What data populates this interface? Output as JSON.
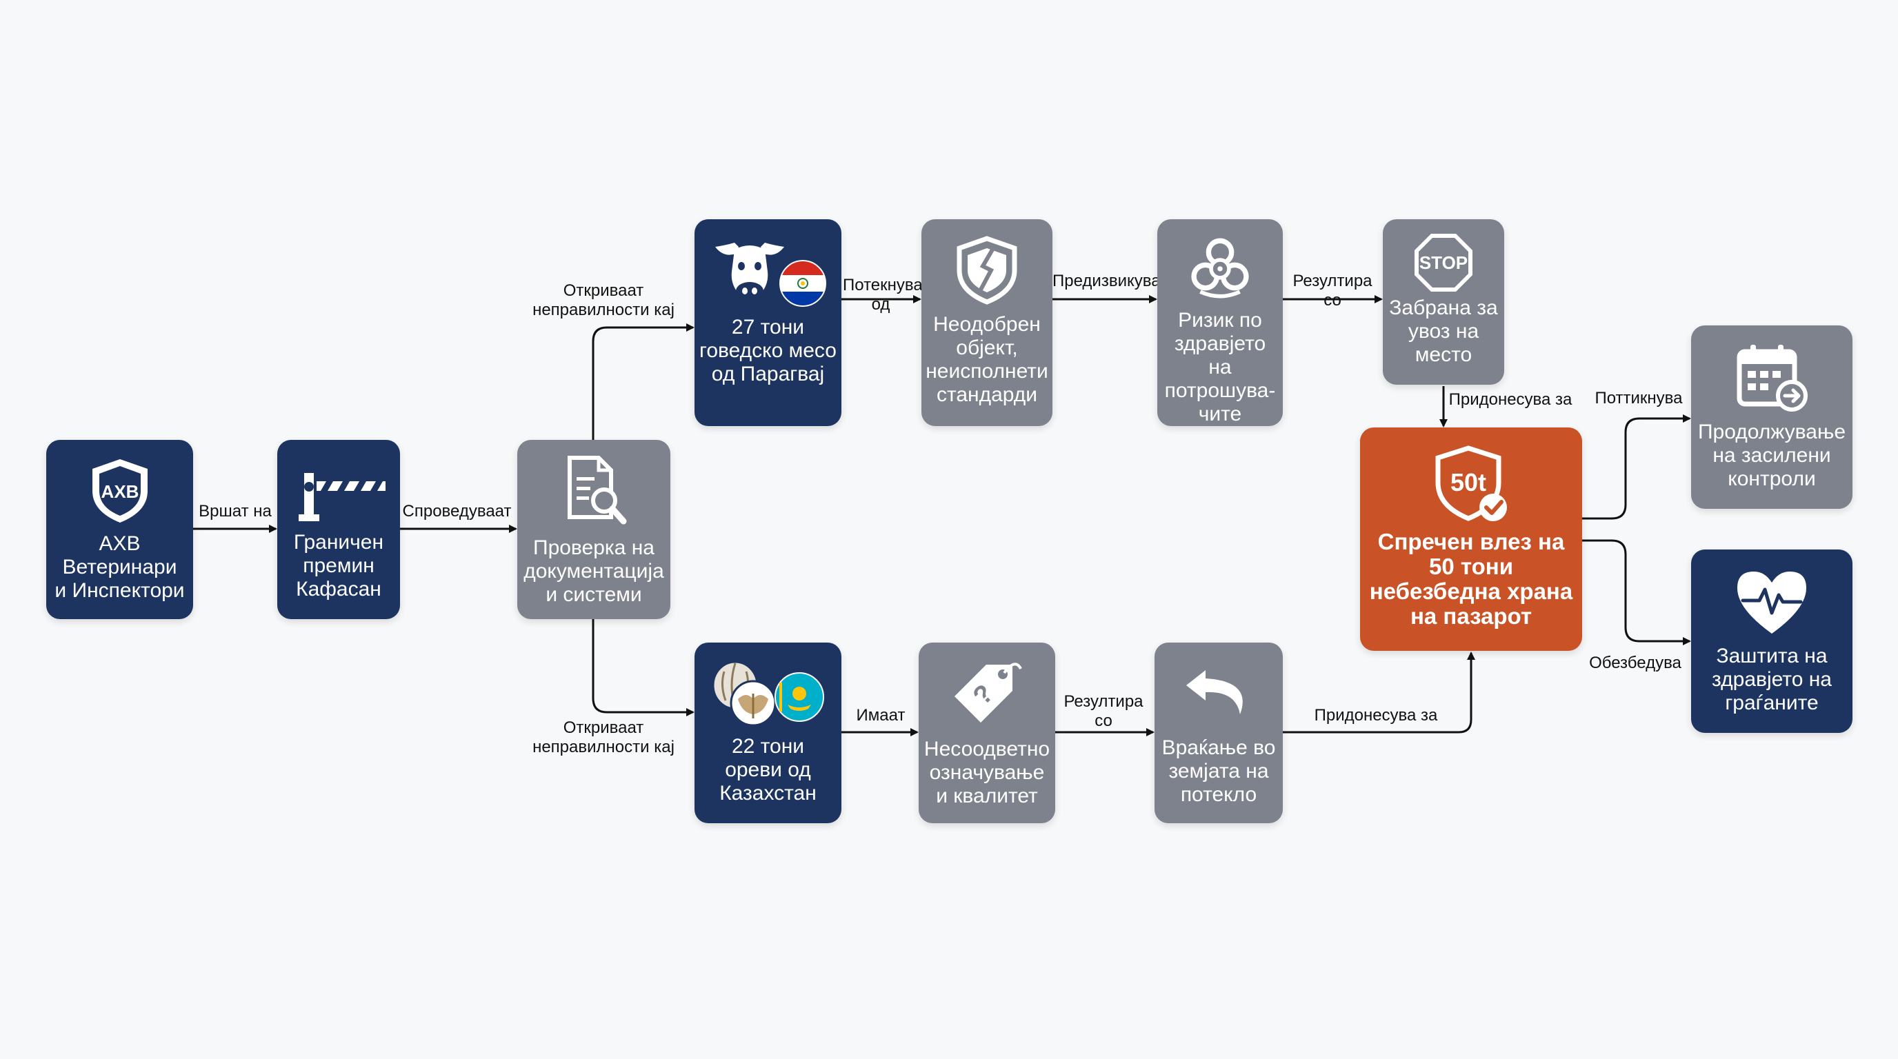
{
  "nodes": {
    "akhv": {
      "label": "АХВ\nВетеринари\nи Инспектори",
      "badge": "АХВ"
    },
    "border": {
      "label": "Граничен\nпремин\nКафасан"
    },
    "inspection": {
      "label": "Проверка на\nдокументација\nи системи"
    },
    "beef": {
      "label": "27 тони\nговедско месо\nод Парагвај"
    },
    "unapproved": {
      "label": "Неодобрен\nобјект,\nнеисполнети\nстандарди"
    },
    "risk": {
      "label": "Ризик по\nздравјето на\nпотрошува-\nчите"
    },
    "ban": {
      "label": "Забрана за\nувоз на\nместо",
      "stop": "STOP"
    },
    "prevented": {
      "label": "Спречен влез на\n50 тони\nнебезбедна храна\nна пазарот",
      "badge": "50t"
    },
    "continue": {
      "label": "Продолжување\nна засилени\nконтроли"
    },
    "health": {
      "label": "Заштита на\nздравјето на\nграѓаните"
    },
    "walnuts": {
      "label": "22 тони\nореви од\nКазахстан"
    },
    "labeling": {
      "label": "Несоодветно\nозначување\nи квалитет"
    },
    "return": {
      "label": "Враќање во\nземјата на\nпотекло"
    }
  },
  "edges": {
    "perform_at": "Вршат на",
    "conduct": "Спроведуваат",
    "detect_top": "Откриваат\nнеправилности кај",
    "detect_bottom": "Откриваат\nнеправилности кај",
    "originates": "Потекнува\nод",
    "causes": "Предизвикува",
    "results_top": "Резултира со",
    "contributes_top": "Придонесува за",
    "triggers": "Поттикнува",
    "ensures": "Обезбедува",
    "have": "Имаат",
    "results_bottom": "Резултира\nсо",
    "contributes_bottom": "Придонесува за"
  },
  "colors": {
    "navy": "#1d3461",
    "gray": "#7d828d",
    "orange": "#c95326",
    "background": "#f7f8f9",
    "arrow": "#111111"
  },
  "icons": {
    "akhv": "shield-badge-icon",
    "border": "border-barrier-icon",
    "inspection": "document-search-icon",
    "beef": "cow-icon",
    "beef_flag": "paraguay-flag-icon",
    "unapproved": "broken-shield-icon",
    "risk": "biohazard-icon",
    "ban": "stop-sign-icon",
    "prevented": "shield-check-icon",
    "continue": "calendar-arrow-icon",
    "health": "heart-pulse-icon",
    "walnuts": "walnut-icon",
    "walnuts_flag": "kazakhstan-flag-icon",
    "labeling": "question-tag-icon",
    "return": "return-arrow-icon"
  }
}
